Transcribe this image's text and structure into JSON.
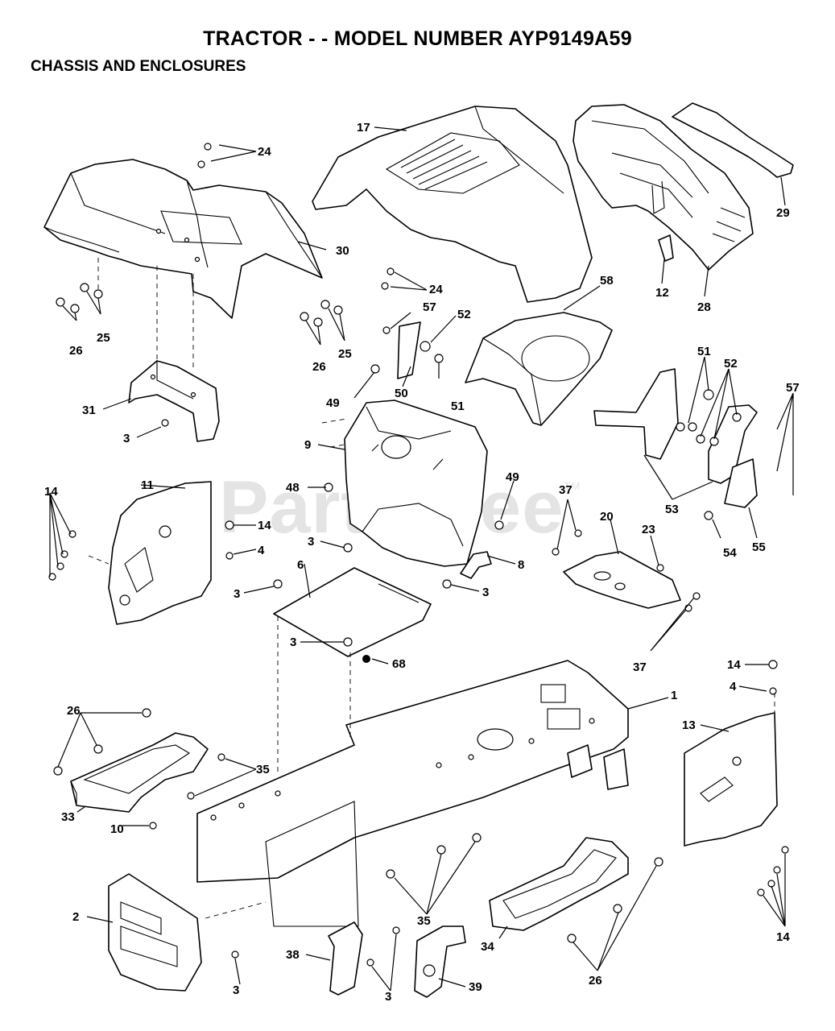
{
  "title": "TRACTOR - - MODEL NUMBER AYP9149A59",
  "subtitle": "CHASSIS AND ENCLOSURES",
  "watermark": "PartsTree",
  "watermark_mark": "TM",
  "callouts": {
    "c1": "1",
    "c2": "2",
    "c3a": "3",
    "c3b": "3",
    "c3c": "3",
    "c3d": "3",
    "c3e": "3",
    "c3f": "3",
    "c3g": "3",
    "c4a": "4",
    "c4b": "4",
    "c6": "6",
    "c8": "8",
    "c9": "9",
    "c10": "10",
    "c11": "11",
    "c12": "12",
    "c13": "13",
    "c14a": "14",
    "c14b": "14",
    "c14c": "14",
    "c14d": "14",
    "c17": "17",
    "c20": "20",
    "c23": "23",
    "c24a": "24",
    "c24b": "24",
    "c25a": "25",
    "c25b": "25",
    "c26a": "26",
    "c26b": "26",
    "c26c": "26",
    "c26d": "26",
    "c28": "28",
    "c29": "29",
    "c30": "30",
    "c31": "31",
    "c33": "33",
    "c34": "34",
    "c35a": "35",
    "c35b": "35",
    "c37a": "37",
    "c37b": "37",
    "c38": "38",
    "c39": "39",
    "c48": "48",
    "c49a": "49",
    "c49b": "49",
    "c50": "50",
    "c51a": "51",
    "c51b": "51",
    "c52a": "52",
    "c52b": "52",
    "c53": "53",
    "c54": "54",
    "c55": "55",
    "c57a": "57",
    "c57b": "57",
    "c58": "58",
    "c68": "68"
  }
}
